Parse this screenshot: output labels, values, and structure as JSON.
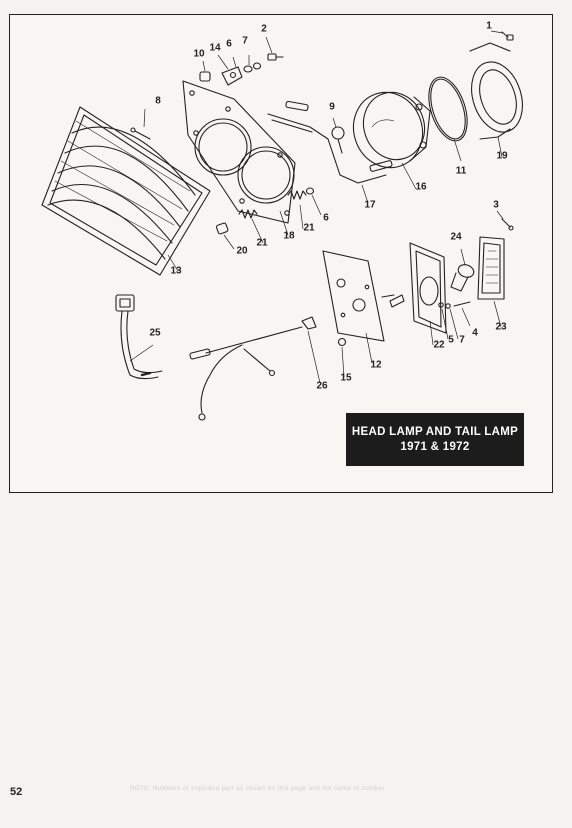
{
  "title": {
    "line1": "HEAD LAMP AND TAIL LAMP",
    "line2": "1971 & 1972"
  },
  "page_number": "52",
  "callouts": [
    "1",
    "2",
    "3",
    "4",
    "5",
    "6",
    "6",
    "7",
    "7",
    "8",
    "9",
    "10",
    "11",
    "12",
    "13",
    "14",
    "15",
    "16",
    "17",
    "18",
    "19",
    "20",
    "21",
    "21",
    "21",
    "22",
    "23",
    "24",
    "25",
    "26"
  ],
  "footer_ghost_text": "NOTE: Numbers of exploded part as shown on this page and the name of number",
  "colors": {
    "ink": "#222222",
    "paper": "#f4f3ef",
    "title_bg": "#1c1c1c",
    "title_fg": "#ffffff"
  }
}
